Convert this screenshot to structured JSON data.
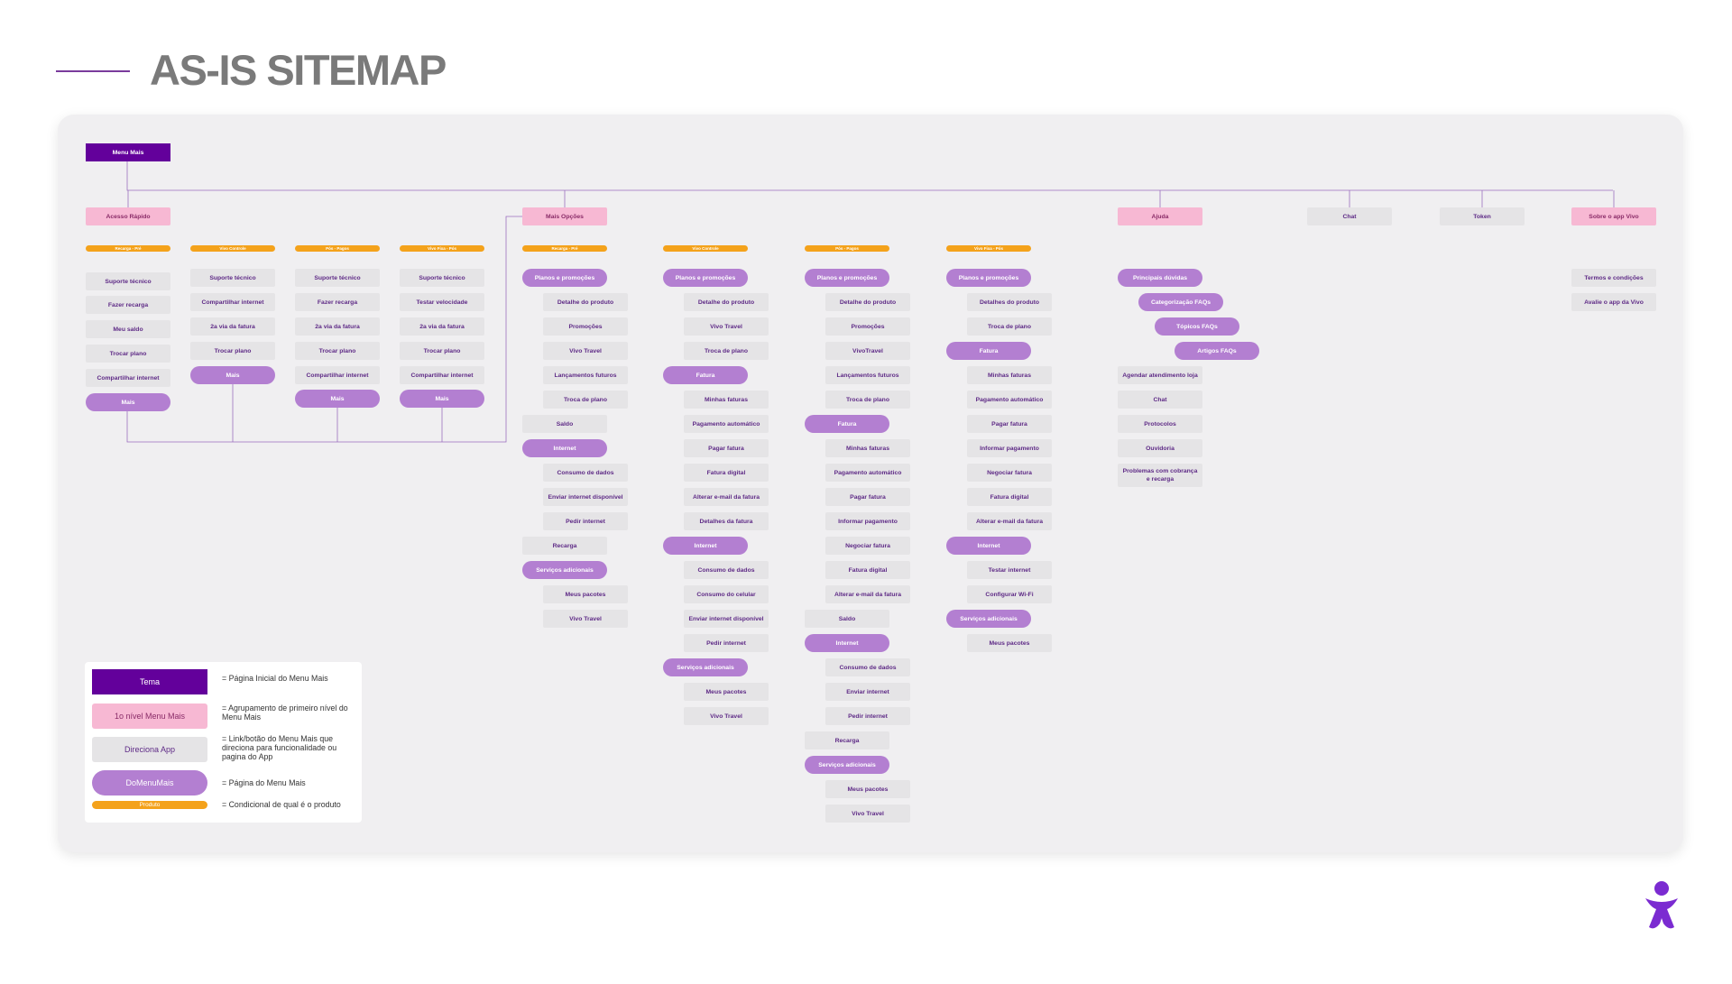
{
  "page": {
    "title": "AS-IS SITEMAP"
  },
  "root": {
    "label": "Menu Mais"
  },
  "first_level": [
    "Acesso Rápido",
    "Mais Opções",
    "Ajuda",
    "Chat",
    "Token",
    "Sobre o app Vivo"
  ],
  "product_tags": [
    "Recarga - Pré",
    "Vivo Controle",
    "Pós - Pagos",
    "Vivo Fixa - Pós",
    "Recarga - Pré",
    "Vivo Controle",
    "Pós - Pagos",
    "Vivo Fixa - Pós"
  ],
  "acesso_rapido_columns": [
    [
      "Suporte técnico",
      "Fazer recarga",
      "Meu saldo",
      "Trocar plano",
      "Compartilhar internet",
      "Mais"
    ],
    [
      "Suporte técnico",
      "Compartilhar internet",
      "2a via da fatura",
      "Trocar plano",
      "Mais"
    ],
    [
      "Suporte técnico",
      "Fazer recarga",
      "2a via da fatura",
      "Trocar plano",
      "Compartilhar internet",
      "Mais"
    ],
    [
      "Suporte técnico",
      "Testar velocidade",
      "2a via da fatura",
      "Trocar plano",
      "Compartilhar internet",
      "Mais"
    ]
  ],
  "mais_opcoes_columns": [
    [
      "Planos e promoções",
      "Detalhe do produto",
      "Promoções",
      "Vivo Travel",
      "Lançamentos futuros",
      "Troca de plano",
      "Saldo",
      "Internet",
      "Consumo de dados",
      "Enviar internet disponível",
      "Pedir internet",
      "Recarga",
      "Serviços adicionais",
      "Meus pacotes",
      "Vivo Travel"
    ],
    [
      "Planos e promoções",
      "Detalhe do produto",
      "Vivo Travel",
      "Troca de plano",
      "Fatura",
      "Minhas faturas",
      "Pagamento automático",
      "Pagar fatura",
      "Fatura digital",
      "Alterar e-mail da fatura",
      "Detalhes da fatura",
      "Internet",
      "Consumo de dados",
      "Consumo do celular",
      "Enviar internet disponível",
      "Pedir internet",
      "Serviços adicionais",
      "Meus pacotes",
      "Vivo Travel"
    ],
    [
      "Planos e promoções",
      "Detalhe do produto",
      "Promoções",
      "VivoTravel",
      "Lançamentos futuros",
      "Troca de plano",
      "Fatura",
      "Minhas faturas",
      "Pagamento automático",
      "Pagar fatura",
      "Informar pagamento",
      "Negociar fatura",
      "Fatura digital",
      "Alterar e-mail da fatura",
      "Saldo",
      "Internet",
      "Consumo de dados",
      "Enviar internet",
      "Pedir internet",
      "Recarga",
      "Serviços adicionais",
      "Meus pacotes",
      "Vivo Travel"
    ],
    [
      "Planos e promoções",
      "Detalhes do produto",
      "Troca de plano",
      "Fatura",
      "Minhas faturas",
      "Pagamento automático",
      "Pagar fatura",
      "Informar pagamento",
      "Negociar fatura",
      "Fatura digital",
      "Alterar e-mail da fatura",
      "Internet",
      "Testar internet",
      "Configurar Wi-Fi",
      "Serviços adicionais",
      "Meus pacotes"
    ]
  ],
  "ajuda_items": [
    "Principais dúvidas",
    "Categorização FAQs",
    "Tópicos FAQs",
    "Artigos FAQs",
    "Agendar atendimento loja",
    "Chat",
    "Protocolos",
    "Ouvidoria",
    "Problemas com cobrança e recarga"
  ],
  "sobre_items": [
    "Termos e condições",
    "Avalie o app da Vivo"
  ],
  "legend": [
    {
      "swatch": "Tema",
      "text": "= Página Inicial do Menu Mais"
    },
    {
      "swatch": "1o nível Menu Mais",
      "text": "= Agrupamento de primeiro nível do Menu Mais"
    },
    {
      "swatch": "Direciona App",
      "text": "= Link/botão do Menu Mais que direciona para funcionalidade ou pagina do App"
    },
    {
      "swatch": "DoMenuMais",
      "text": "= Página do Menu Mais"
    },
    {
      "swatch": "Produto",
      "text": "= Condicional de qual é o produto"
    }
  ],
  "colors": {
    "theme": "#63009b",
    "pink": "#f7b8d3",
    "gray": "#e5e4e6",
    "pill": "#b37fd1",
    "product": "#f4a21b",
    "accent": "#7a3b9c"
  },
  "icons": {
    "logo": "vivo-person-logo-icon"
  }
}
